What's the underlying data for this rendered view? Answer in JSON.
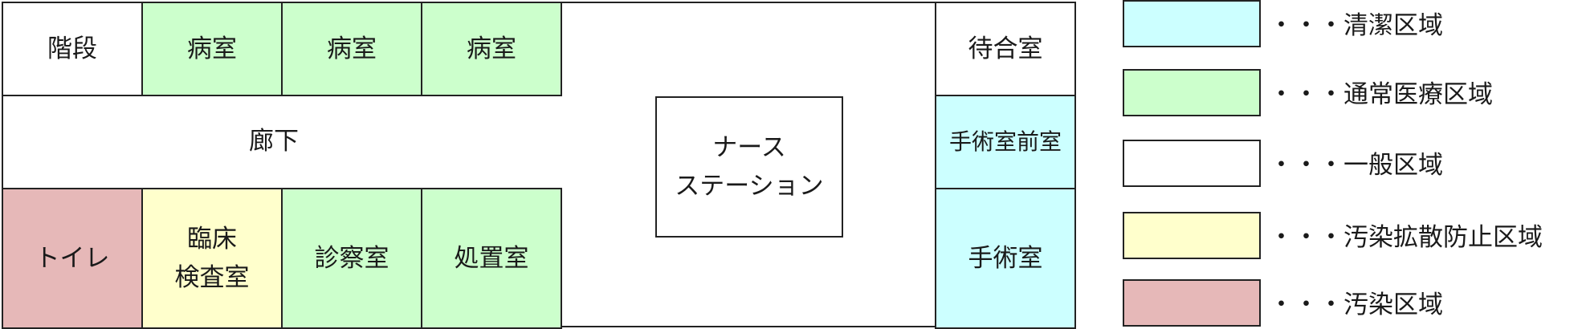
{
  "colors": {
    "clean": "#ccffff",
    "normal": "#ccffcc",
    "general": "#ffffff",
    "spread_prevention": "#ffffcc",
    "contaminated": "#e6b8b8"
  },
  "rooms": {
    "stairs": "階段",
    "ward1": "病室",
    "ward2": "病室",
    "ward3": "病室",
    "waiting": "待合室",
    "corridor": "廊下",
    "nurse_line1": "ナース",
    "nurse_line2": "ステーション",
    "or_anteroom": "手術室前室",
    "toilet": "トイレ",
    "lab_line1": "臨床",
    "lab_line2": "検査室",
    "exam": "診察室",
    "treatment": "処置室",
    "operating": "手術室"
  },
  "legend": [
    {
      "label": "・・・清潔区域",
      "color": "#ccffff"
    },
    {
      "label": "・・・通常医療区域",
      "color": "#ccffcc"
    },
    {
      "label": "・・・一般区域",
      "color": "#ffffff"
    },
    {
      "label": "・・・汚染拡散防止区域",
      "color": "#ffffcc"
    },
    {
      "label": "・・・汚染区域",
      "color": "#e6b8b8"
    }
  ]
}
